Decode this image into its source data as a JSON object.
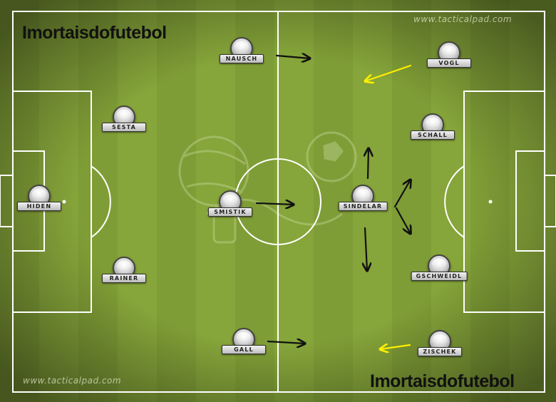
{
  "titles": {
    "top_left": "Imortaisdofutebol",
    "bottom_right": "Imortaisdofutebol"
  },
  "watermarks": {
    "top_right": "www.tacticalpad.com",
    "bottom_left": "www.tacticalpad.com"
  },
  "players": [
    {
      "id": "hiden",
      "name": "HIDEN"
    },
    {
      "id": "sesta",
      "name": "SESTA"
    },
    {
      "id": "rainer",
      "name": "RAINER"
    },
    {
      "id": "nausch",
      "name": "NAUSCH"
    },
    {
      "id": "smistik",
      "name": "SMISTIK"
    },
    {
      "id": "gall",
      "name": "GALL"
    },
    {
      "id": "sindelar",
      "name": "SINDELAR"
    },
    {
      "id": "vogl",
      "name": "VOGL"
    },
    {
      "id": "schall",
      "name": "SCHALL"
    },
    {
      "id": "gschweidl",
      "name": "GSCHWEIDL"
    },
    {
      "id": "zischek",
      "name": "ZISCHEK"
    }
  ],
  "colors": {
    "grass_light": "#8fae3f",
    "grass_dark": "#7c9a34",
    "line": "#ffffff",
    "arrow_black": "#111111",
    "arrow_yellow": "#ffee00"
  }
}
